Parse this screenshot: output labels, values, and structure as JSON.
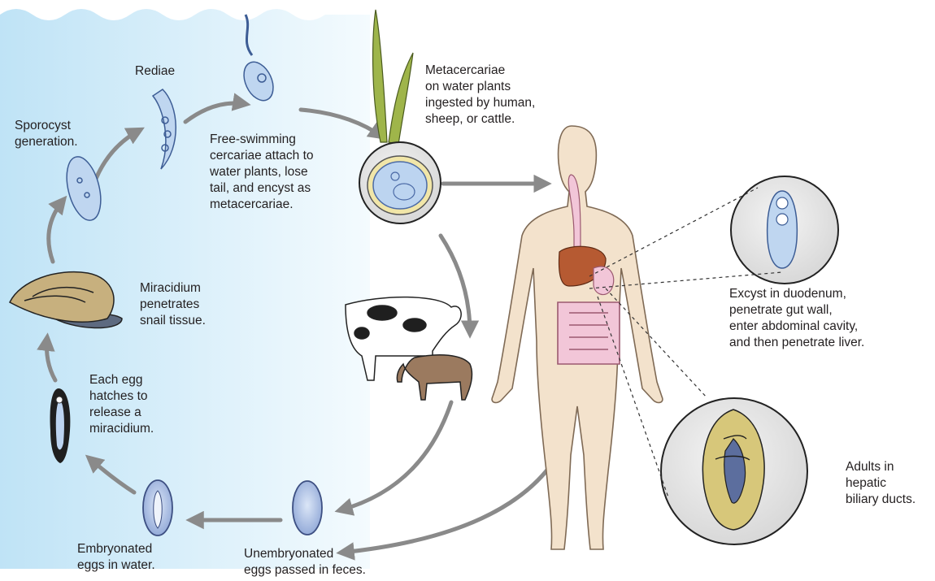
{
  "colors": {
    "water_light": "#f4fbfe",
    "water_dark": "#bfe3f6",
    "arrow": "#8a8a8a",
    "skin": "#f3e2cc",
    "skin_outline": "#7f6a55",
    "liver": "#b65a32",
    "intestine": "#f2c6d8",
    "plant": "#9fb54a"
  },
  "labels": {
    "rediae": [
      "Rediae"
    ],
    "sporocyst": [
      "Sporocyst",
      "generation."
    ],
    "cercariae": [
      "Free-swimming",
      "cercariae attach to",
      "water plants, lose",
      "tail, and encyst as",
      "metacercariae."
    ],
    "metacercariae": [
      "Metacercariae",
      "on water plants",
      "ingested by human,",
      "sheep, or cattle."
    ],
    "miracidium": [
      "Miracidium",
      "penetrates",
      "snail tissue."
    ],
    "egg_hatch": [
      "Each egg",
      "hatches to",
      "release a",
      "miracidium."
    ],
    "embryonated": [
      "Embryonated",
      "eggs in water."
    ],
    "unembryonated": [
      "Unembryonated",
      "eggs passed in feces."
    ],
    "excyst": [
      "Excyst in duodenum,",
      "penetrate gut wall,",
      "enter abdominal cavity,",
      "and then penetrate liver."
    ],
    "adults": [
      "Adults in",
      "hepatic",
      "biliary ducts."
    ]
  }
}
